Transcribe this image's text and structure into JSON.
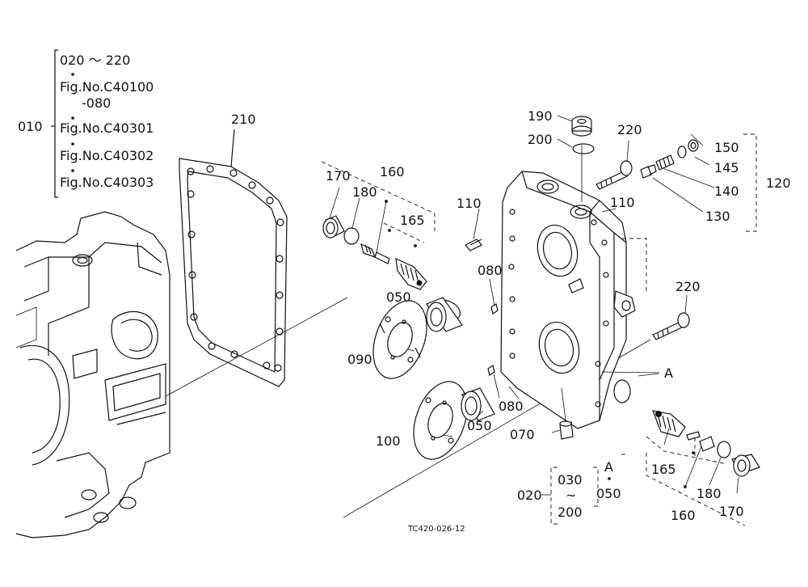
{
  "legend": {
    "ref": "010",
    "lines": [
      "020 ～ 220",
      "Fig.No.C40100",
      "-080",
      "Fig.No.C40301",
      "Fig.No.C40302",
      "Fig.No.C40303"
    ]
  },
  "callouts": {
    "c210": "210",
    "c170a": "170",
    "c160a": "160",
    "c180a": "180",
    "c165a": "165",
    "c110a": "110",
    "c190": "190",
    "c200": "200",
    "c220a": "220",
    "c150": "150",
    "c145": "145",
    "c140": "140",
    "c130": "130",
    "c120": "120",
    "c110b": "110",
    "c080a": "080",
    "c050a": "050",
    "c090": "090",
    "c220b": "220",
    "cA": "A",
    "c080b": "080",
    "c050b": "050",
    "c100": "100",
    "c070": "070",
    "c165b": "165",
    "c180b": "180",
    "c170b": "170",
    "c160b": "160",
    "c020": "020",
    "c030": "030",
    "ctilde": "~",
    "c200b": "200",
    "cA2": "A",
    "c050c": "050"
  },
  "drawing_code": "TC420-026-12"
}
